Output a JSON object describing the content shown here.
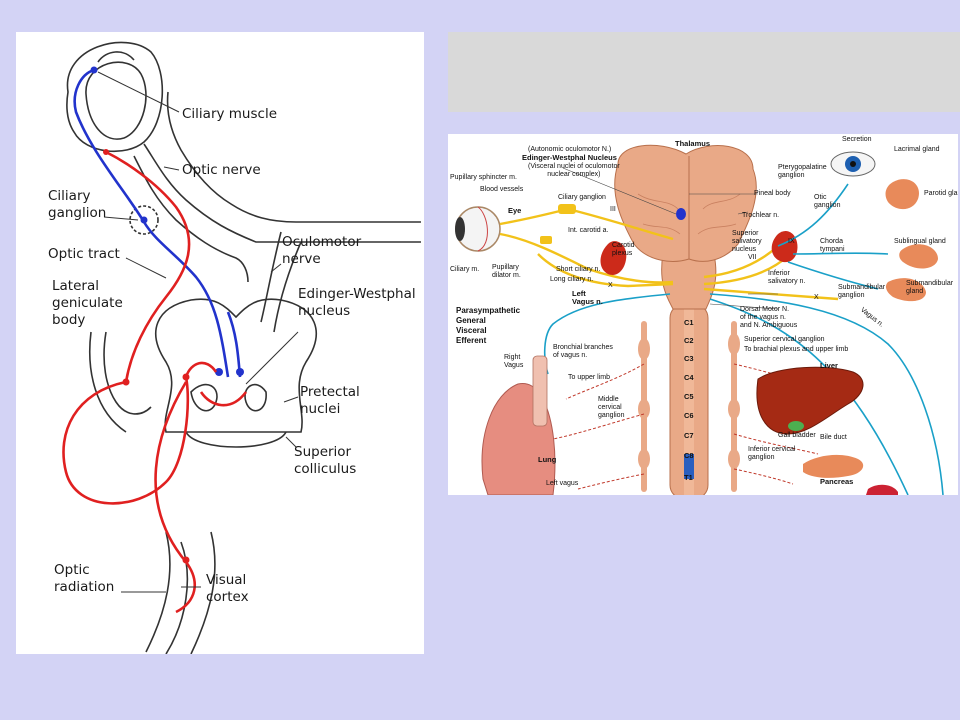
{
  "left_diagram": {
    "labels": {
      "ciliary_muscle": "Ciliary muscle",
      "optic_nerve": "Optic nerve",
      "ciliary_ganglion": "Ciliary\nganglion",
      "optic_tract": "Optic tract",
      "oculomotor_nerve": "Oculomotor\nnerve",
      "lateral_geniculate": "Lateral\ngeniculate\nbody",
      "edinger_westphal": "Edinger-Westphal\nnucleus",
      "pretectal": "Pretectal\nnuclei",
      "superior_colliculus": "Superior\ncolliculus",
      "optic_radiation": "Optic\nradiation",
      "visual_cortex": "Visual\ncortex"
    },
    "colors": {
      "afferent": "#e02020",
      "efferent": "#2233cc",
      "outline": "#333333"
    }
  },
  "right_diagram": {
    "labels": {
      "thalamus": "Thalamus",
      "autonomic_oculomotor": "(Autonomic oculomotor N.)",
      "edinger_westphal": "Edinger-Westphal Nucleus",
      "visceral_nuclei": "(Visceral nuclei of oculomotor\nnuclear complex)",
      "pupillary_sphincter": "Pupillary sphincter m.",
      "blood_vessels": "Blood vessels",
      "ciliary_ganglion": "Ciliary ganglion",
      "iii": "III",
      "eye": "Eye",
      "int_carotid": "Int. carotid a.",
      "carotid_plexus": "Carotid\nplexus",
      "ciliary_m": "Ciliary m.",
      "pupillary_dilator": "Pupillary\ndilator m.",
      "short_ciliary": "Short ciliary n.",
      "long_ciliary": "Long ciliary n.",
      "x_left": "X",
      "left_vagus": "Left\nVagus n.",
      "parasympathetic": "Parasympathetic\nGeneral\nVisceral\nEfferent",
      "right_vagus": "Right\nVagus",
      "bronchial": "Bronchial branches\nof vagus n.",
      "to_upper_limb": "To upper limb",
      "middle_cervical": "Middle\ncervical\nganglion",
      "lung": "Lung",
      "left_vagus_bottom": "Left vagus",
      "pineal": "Pineal body",
      "trochlear": "Trochlear n.",
      "superior_salivatory": "Superior\nsalivatory\nnucleus",
      "vii": "VII",
      "ix": "IX",
      "inferior_salivatory": "Inferior\nsalivatory n.",
      "dorsal_motor": "Dorsal Motor N.\nof the vagus n.\nand N. Ambiguous",
      "superior_cervical": "Superior cervical ganglion",
      "to_brachial": "To brachial plexus and upper limb",
      "liver": "Liver",
      "gall_bladder": "Gall bladder",
      "bile_duct": "Bile duct",
      "inferior_cervical": "Inferior cervical\nganglion",
      "pancreas": "Pancreas",
      "secretion": "Secretion",
      "lacrimal": "Lacrimal gland",
      "pterygopalatine": "Pterygopalatine\nganglion",
      "parotid": "Parotid gland",
      "otic": "Otic\nganglion",
      "chorda": "Chorda\ntympani",
      "sublingual": "Sublingual gland",
      "submandibular_ganglion": "Submandibular\nganglion",
      "submandibular_gland": "Submandibular\ngland",
      "vagus_n": "Vagus n.",
      "x_right": "X",
      "c1": "C1",
      "c2": "C2",
      "c3": "C3",
      "c4": "C4",
      "c5": "C5",
      "c6": "C6",
      "c7": "C7",
      "c8": "C8",
      "t1": "T1"
    },
    "colors": {
      "brain": "#e9a987",
      "nerve_yellow": "#f2c21a",
      "vagus_cyan": "#1aa0c8",
      "organ_red": "#b83220",
      "lung_pink": "#e68d80",
      "dashed_red": "#c0392b"
    }
  }
}
